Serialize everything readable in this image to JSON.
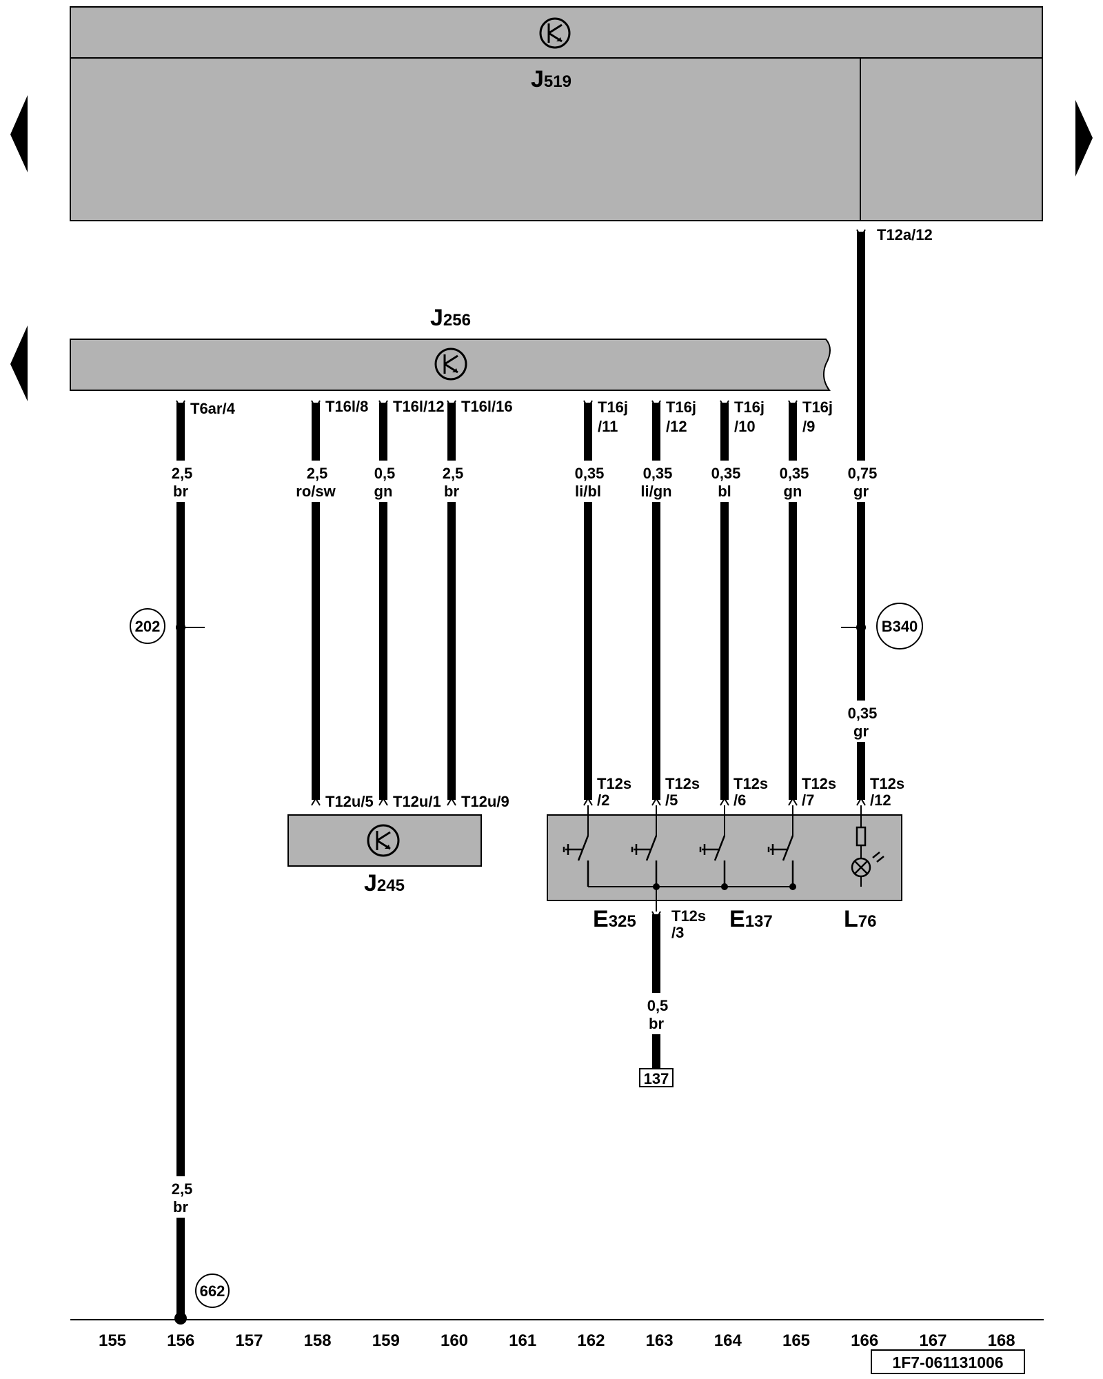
{
  "components": {
    "j519": {
      "letter": "J",
      "sub": "519"
    },
    "j256": {
      "letter": "J",
      "sub": "256"
    },
    "j245": {
      "letter": "J",
      "sub": "245"
    },
    "e325": {
      "letter": "E",
      "sub": "325"
    },
    "e137": {
      "letter": "E",
      "sub": "137"
    },
    "l76": {
      "letter": "L",
      "sub": "76"
    }
  },
  "terminals": {
    "t12a_12": "T12a/12",
    "t6ar_4": "T6ar/4",
    "t16l_8": "T16l/8",
    "t16l_12": "T16l/12",
    "t16l_16": "T16l/16",
    "t16j_11": [
      "T16j",
      "/11"
    ],
    "t16j_12": [
      "T16j",
      "/12"
    ],
    "t16j_10": [
      "T16j",
      "/10"
    ],
    "t16j_9": [
      "T16j",
      "/9"
    ],
    "t12u_5": "T12u/5",
    "t12u_1": "T12u/1",
    "t12u_9": "T12u/9",
    "t12s_2": [
      "T12s",
      "/2"
    ],
    "t12s_5": [
      "T12s",
      "/5"
    ],
    "t12s_6": [
      "T12s",
      "/6"
    ],
    "t12s_7": [
      "T12s",
      "/7"
    ],
    "t12s_12": [
      "T12s",
      "/12"
    ],
    "t12s_3": [
      "T12s",
      "/3"
    ]
  },
  "wires": {
    "w156_top": [
      "2,5",
      "br"
    ],
    "w156_bottom": [
      "2,5",
      "br"
    ],
    "w158": [
      "2,5",
      "ro/sw"
    ],
    "w159": [
      "0,5",
      "gn"
    ],
    "w160": [
      "2,5",
      "br"
    ],
    "w162": [
      "0,35",
      "li/bl"
    ],
    "w163": [
      "0,35",
      "li/gn"
    ],
    "w164": [
      "0,35",
      "bl"
    ],
    "w165": [
      "0,35",
      "gn"
    ],
    "w166_top": [
      "0,75",
      "gr"
    ],
    "w166_bottom": [
      "0,35",
      "gr"
    ],
    "w163_bottom": [
      "0,5",
      "br"
    ]
  },
  "connection_points": {
    "c202": "202",
    "b340": "B340",
    "c662": "662",
    "ref137": "137"
  },
  "columns": [
    "155",
    "156",
    "157",
    "158",
    "159",
    "160",
    "161",
    "162",
    "163",
    "164",
    "165",
    "166",
    "167",
    "168"
  ],
  "footer": {
    "code": "1F7-061131006"
  }
}
